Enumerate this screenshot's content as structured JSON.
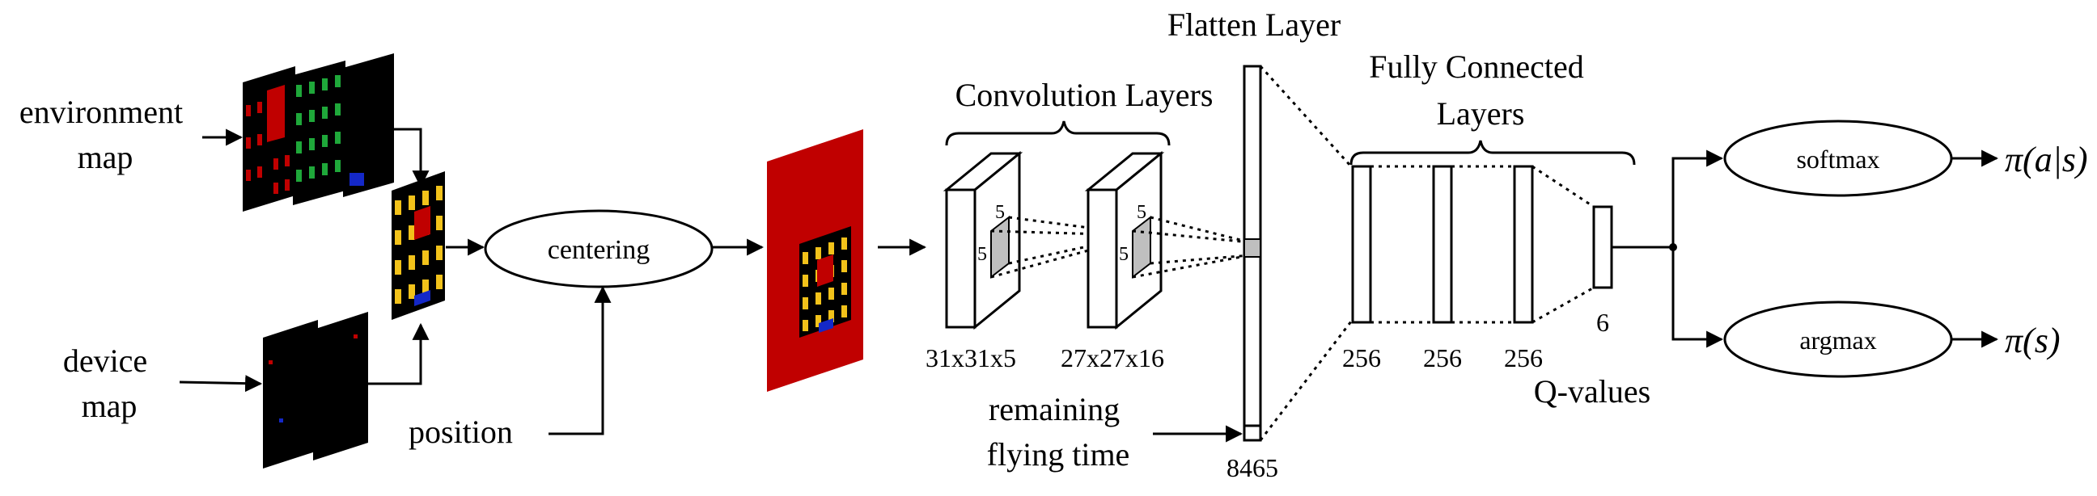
{
  "inputs": {
    "environment_map": [
      "environment",
      "map"
    ],
    "device_map": [
      "device",
      "map"
    ],
    "position": "position"
  },
  "centering": "centering",
  "layers": {
    "convolution_title": "Convolution Layers",
    "conv_kernel": "5",
    "conv_sizes": [
      "31x31x5",
      "27x27x16"
    ],
    "flatten_title": "Flatten Layer",
    "flatten_size": "8465",
    "remaining_time": [
      "remaining",
      "flying time"
    ],
    "fc_title": [
      "Fully Connected",
      "Layers"
    ],
    "fc_sizes": [
      "256",
      "256",
      "256"
    ],
    "q_size": "6",
    "q_label": "Q-values"
  },
  "outputs": {
    "softmax": "softmax",
    "argmax": "argmax",
    "policy_stochastic": "π(a|s)",
    "policy_deterministic": "π(s)"
  },
  "colors": {
    "red": "#c00000",
    "green": "#1fa83a",
    "blue": "#1428c8",
    "yellow": "#f2c21a",
    "black": "#000000",
    "grey": "#bfbfbf"
  }
}
